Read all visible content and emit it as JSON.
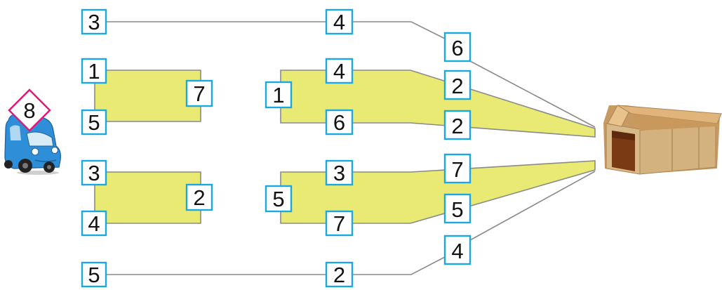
{
  "car": {
    "badge": "8",
    "badge_color": "#e0197a",
    "body_color": "#2e8fd8"
  },
  "shed": {
    "wall_color": "#d4b27e",
    "roof_color": "#e0b47a"
  },
  "colors": {
    "box_border": "#1ba8e0",
    "band_fill": "#e8ea74",
    "wire": "#8a8a8a"
  },
  "paths": {
    "top_row": {
      "start": "3",
      "middle": "4",
      "end": "6"
    },
    "bottom_row": {
      "start": "5",
      "middle": "2",
      "end": "4"
    }
  },
  "bands": {
    "upper_left": {
      "top": "1",
      "bottom": "5",
      "right": "7"
    },
    "lower_left": {
      "top": "3",
      "bottom": "4",
      "right": "2"
    },
    "upper_right": {
      "left": "1",
      "top": "4",
      "bottom": "6",
      "top_end": "2",
      "bottom_end": "2"
    },
    "lower_right": {
      "left": "5",
      "top": "3",
      "bottom": "7",
      "top_end": "7",
      "bottom_end": "5"
    }
  }
}
